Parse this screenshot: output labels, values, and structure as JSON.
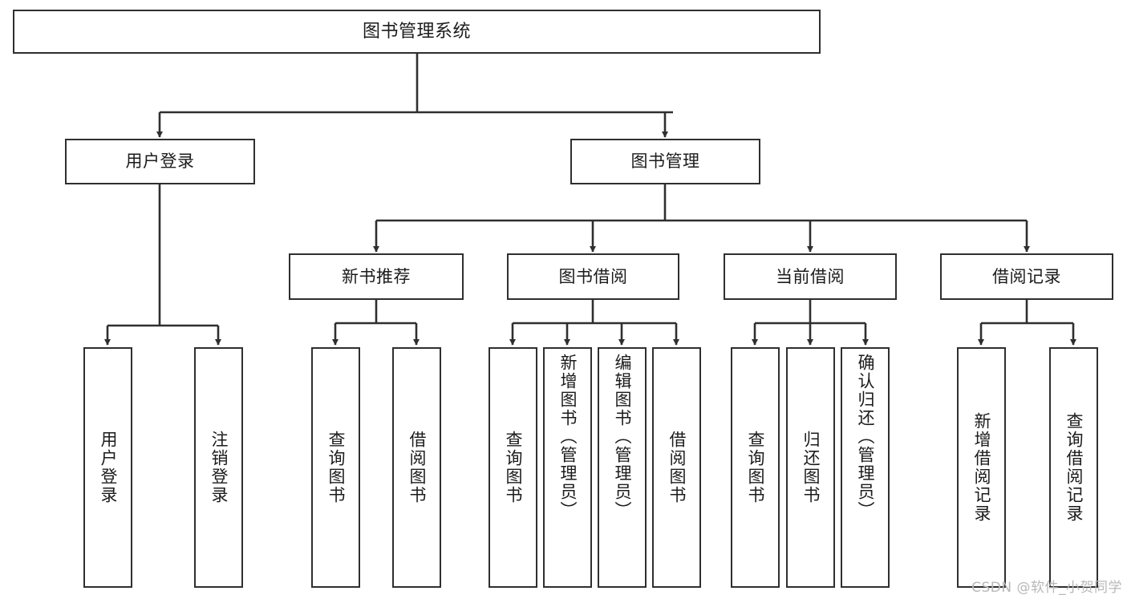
{
  "diagram": {
    "title": "图书管理系统",
    "watermark": "CSDN @软件_小贺同学",
    "stroke_color": "#2f2f2f",
    "text_color": "#1b1b1b",
    "background_color": "#ffffff",
    "watermark_color": "#b8b8b8"
  },
  "nodes": {
    "root": {
      "label": "图书管理系统"
    },
    "level2": [
      {
        "label": "用户登录"
      },
      {
        "label": "图书管理"
      }
    ],
    "level3": [
      {
        "label": "新书推荐"
      },
      {
        "label": "图书借阅"
      },
      {
        "label": "当前借阅"
      },
      {
        "label": "借阅记录"
      }
    ],
    "leaves": {
      "user_login": [
        {
          "label": "用户登录"
        },
        {
          "label": "注销登录"
        }
      ],
      "new_book_recommend": [
        {
          "label": "查询图书"
        },
        {
          "label": "借阅图书"
        }
      ],
      "book_borrow": [
        {
          "label": "查询图书"
        },
        {
          "label": "新增图书（管理员）"
        },
        {
          "label": "编辑图书（管理员）"
        },
        {
          "label": "借阅图书"
        }
      ],
      "current_borrow": [
        {
          "label": "查询图书"
        },
        {
          "label": "归还图书"
        },
        {
          "label": "确认归还（管理员）"
        }
      ],
      "borrow_records": [
        {
          "label": "新增借阅记录"
        },
        {
          "label": "查询借阅记录"
        }
      ]
    }
  }
}
